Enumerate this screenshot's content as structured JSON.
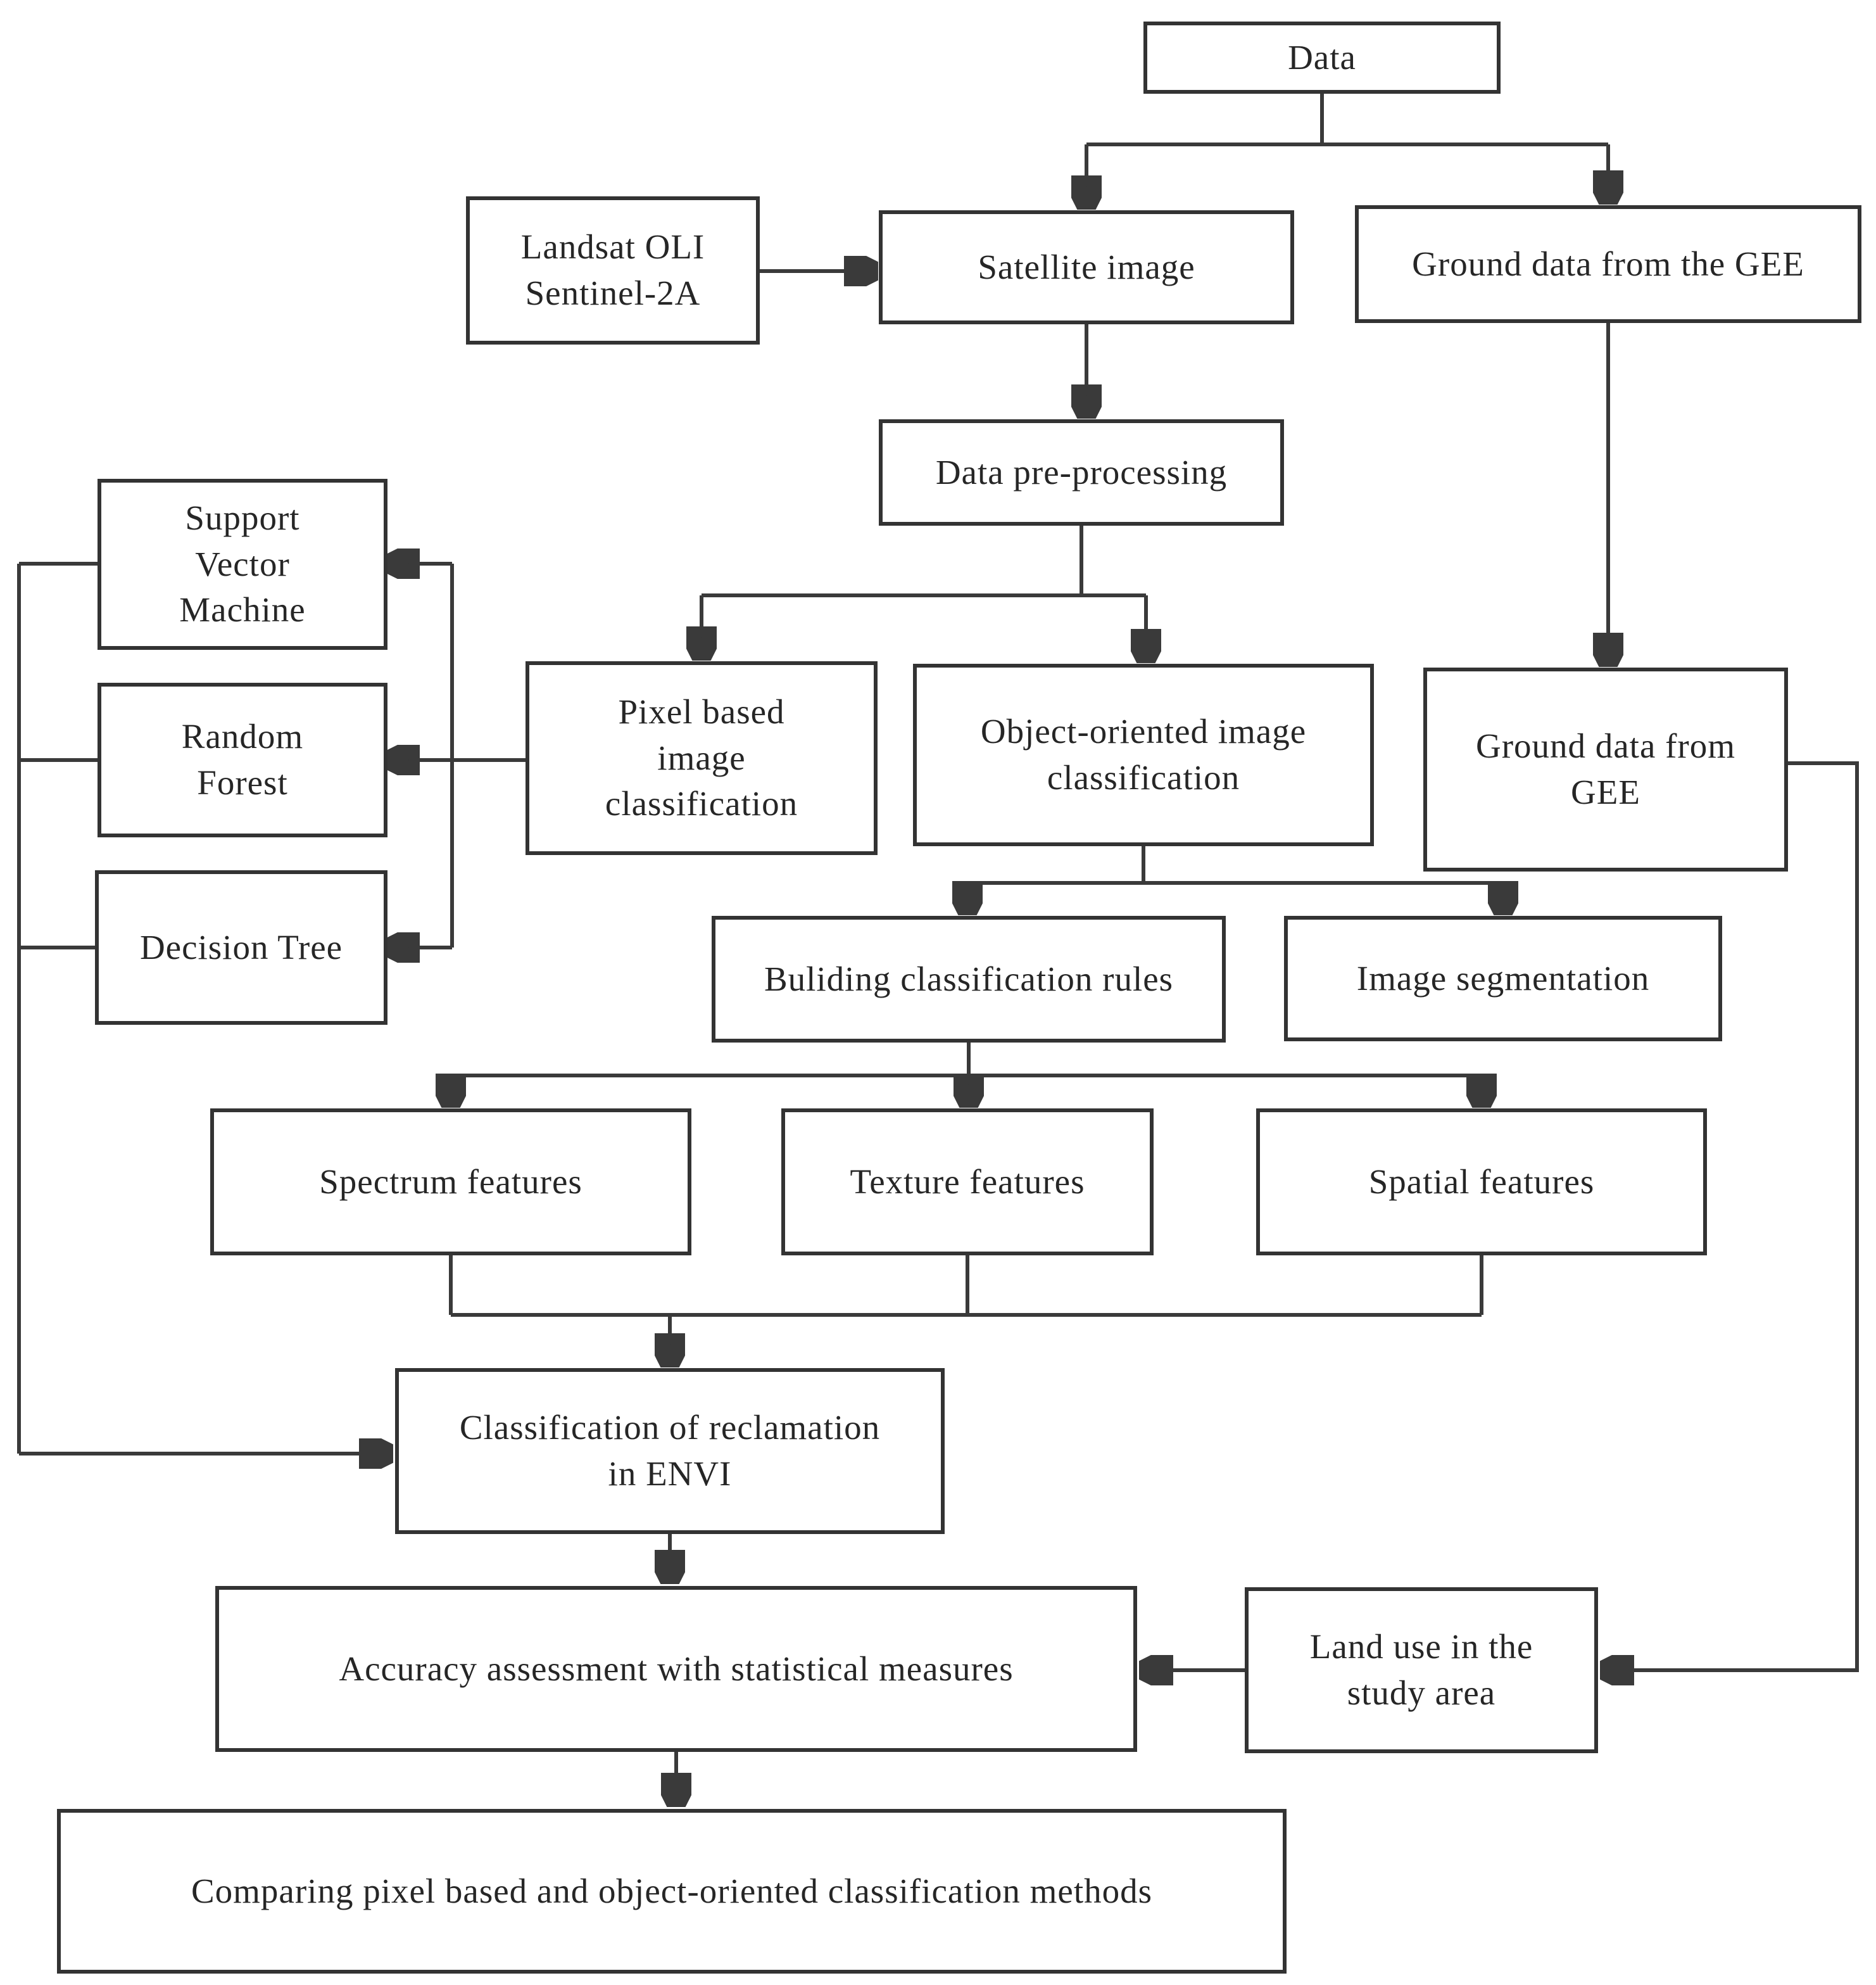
{
  "figure": {
    "type": "flowchart",
    "background_color": "#ffffff",
    "line_color": "#3a3a3a",
    "text_color": "#262626",
    "nodes": {
      "data": "Data",
      "landsat": "Landsat OLI\nSentinel-2A",
      "satellite": "Satellite image",
      "ground_gee_top": "Ground data from the GEE",
      "preprocessing": "Data pre-processing",
      "svm": "Support\nVector\nMachine",
      "random_forest": "Random\nForest",
      "decision_tree": "Decision Tree",
      "pixel_based": "Pixel based\nimage\nclassification",
      "object_oriented": "Object-oriented image\nclassification",
      "ground_gee_mid": "Ground data from\nGEE",
      "building_rules": "Buliding classification rules",
      "image_segmentation": "Image segmentation",
      "spectrum_features": "Spectrum features",
      "texture_features": "Texture features",
      "spatial_features": "Spatial features",
      "envi_classification": "Classification of reclamation\nin ENVI",
      "accuracy_assessment": "Accuracy assessment with statistical measures",
      "land_use": "Land use in the\nstudy area",
      "comparing": "Comparing pixel based and object-oriented classification methods"
    },
    "edges": [
      {
        "from": "data",
        "to": "satellite"
      },
      {
        "from": "data",
        "to": "ground_gee_top"
      },
      {
        "from": "landsat",
        "to": "satellite"
      },
      {
        "from": "satellite",
        "to": "preprocessing"
      },
      {
        "from": "preprocessing",
        "to": "pixel_based"
      },
      {
        "from": "preprocessing",
        "to": "object_oriented"
      },
      {
        "from": "ground_gee_top",
        "to": "ground_gee_mid"
      },
      {
        "from": "pixel_based",
        "to": "svm"
      },
      {
        "from": "pixel_based",
        "to": "random_forest"
      },
      {
        "from": "pixel_based",
        "to": "decision_tree"
      },
      {
        "from": "object_oriented",
        "to": "building_rules"
      },
      {
        "from": "object_oriented",
        "to": "image_segmentation"
      },
      {
        "from": "building_rules",
        "to": "spectrum_features"
      },
      {
        "from": "building_rules",
        "to": "texture_features"
      },
      {
        "from": "building_rules",
        "to": "spatial_features"
      },
      {
        "from": "spectrum_features",
        "to": "envi_classification"
      },
      {
        "from": "texture_features",
        "to": "envi_classification"
      },
      {
        "from": "spatial_features",
        "to": "envi_classification"
      },
      {
        "from": "svm",
        "to": "envi_classification"
      },
      {
        "from": "random_forest",
        "to": "envi_classification"
      },
      {
        "from": "decision_tree",
        "to": "envi_classification"
      },
      {
        "from": "envi_classification",
        "to": "accuracy_assessment"
      },
      {
        "from": "ground_gee_mid",
        "to": "land_use"
      },
      {
        "from": "land_use",
        "to": "accuracy_assessment"
      },
      {
        "from": "accuracy_assessment",
        "to": "comparing"
      }
    ]
  }
}
